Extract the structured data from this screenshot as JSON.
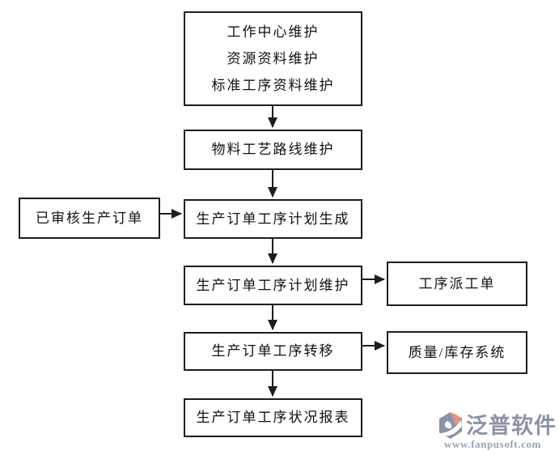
{
  "flowchart": {
    "nodes": {
      "master_data": {
        "lines": [
          "工作中心维护",
          "资源资料维护",
          "标准工序资料维护"
        ]
      },
      "routing": {
        "label": "物料工艺路线维护"
      },
      "approved_order": {
        "label": "已审核生产订单"
      },
      "plan_generation": {
        "label": "生产订单工序计划生成"
      },
      "plan_maintenance": {
        "label": "生产订单工序计划维护"
      },
      "dispatch_order": {
        "label": "工序派工单"
      },
      "process_transfer": {
        "label": "生产订单工序转移"
      },
      "quality_inventory": {
        "label": "质量/库存系统"
      },
      "status_report": {
        "label": "生产订单工序状况报表"
      }
    },
    "edges": [
      {
        "from": "master_data",
        "to": "routing"
      },
      {
        "from": "routing",
        "to": "plan_generation"
      },
      {
        "from": "approved_order",
        "to": "plan_generation"
      },
      {
        "from": "plan_generation",
        "to": "plan_maintenance"
      },
      {
        "from": "plan_maintenance",
        "to": "dispatch_order"
      },
      {
        "from": "plan_maintenance",
        "to": "process_transfer"
      },
      {
        "from": "process_transfer",
        "to": "quality_inventory"
      },
      {
        "from": "process_transfer",
        "to": "status_report"
      }
    ]
  },
  "watermark": {
    "brand": "泛普软件",
    "url": "www.fanpusoft.com"
  },
  "colors": {
    "box_border": "#1d1d1d",
    "text": "#111111",
    "logo_primary": "#8C93A8",
    "logo_accent": "#DD9782",
    "background": "#ffffff"
  }
}
